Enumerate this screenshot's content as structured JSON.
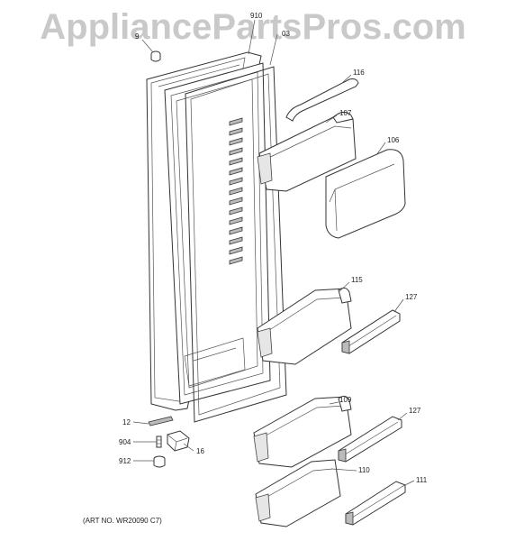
{
  "watermark": "AppliancePartsPros.com",
  "art_number": "(ART NO. WR20090 C7)",
  "callouts": {
    "p910": "910",
    "p9": "9",
    "p03": "03",
    "p116": "116",
    "p107": "107",
    "p106": "106",
    "p115": "115",
    "p127a": "127",
    "p12": "12",
    "p904": "904",
    "p16": "16",
    "p912": "912",
    "p109": "109",
    "p127b": "127",
    "p110": "110",
    "p111": "111"
  }
}
